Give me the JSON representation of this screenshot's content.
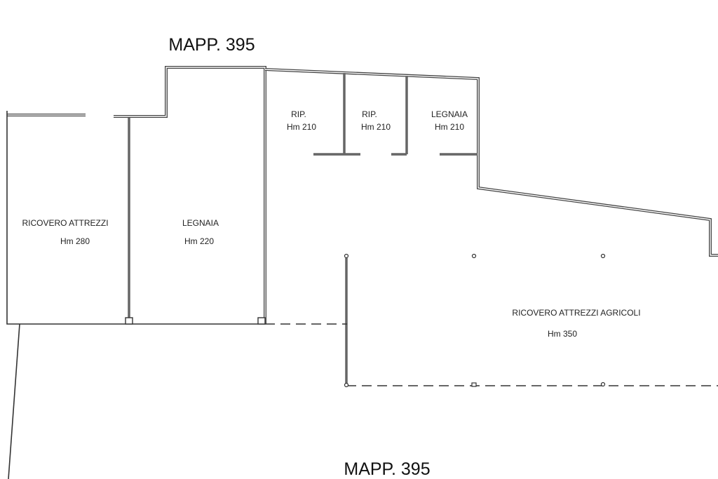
{
  "parcel_labels": {
    "top": "MAPP. 395",
    "bottom": "MAPP. 395"
  },
  "rooms": [
    {
      "name": "RICOVERO ATTREZZI",
      "height": "Hm 280"
    },
    {
      "name": "LEGNAIA",
      "height": "Hm 220"
    },
    {
      "name": "RIP.",
      "height": "Hm 210"
    },
    {
      "name": "RIP.",
      "height": "Hm 210"
    },
    {
      "name": "LEGNAIA",
      "height": "Hm 210"
    },
    {
      "name": "RICOVERO ATTREZZI AGRICOLI",
      "height": "Hm 350"
    }
  ]
}
